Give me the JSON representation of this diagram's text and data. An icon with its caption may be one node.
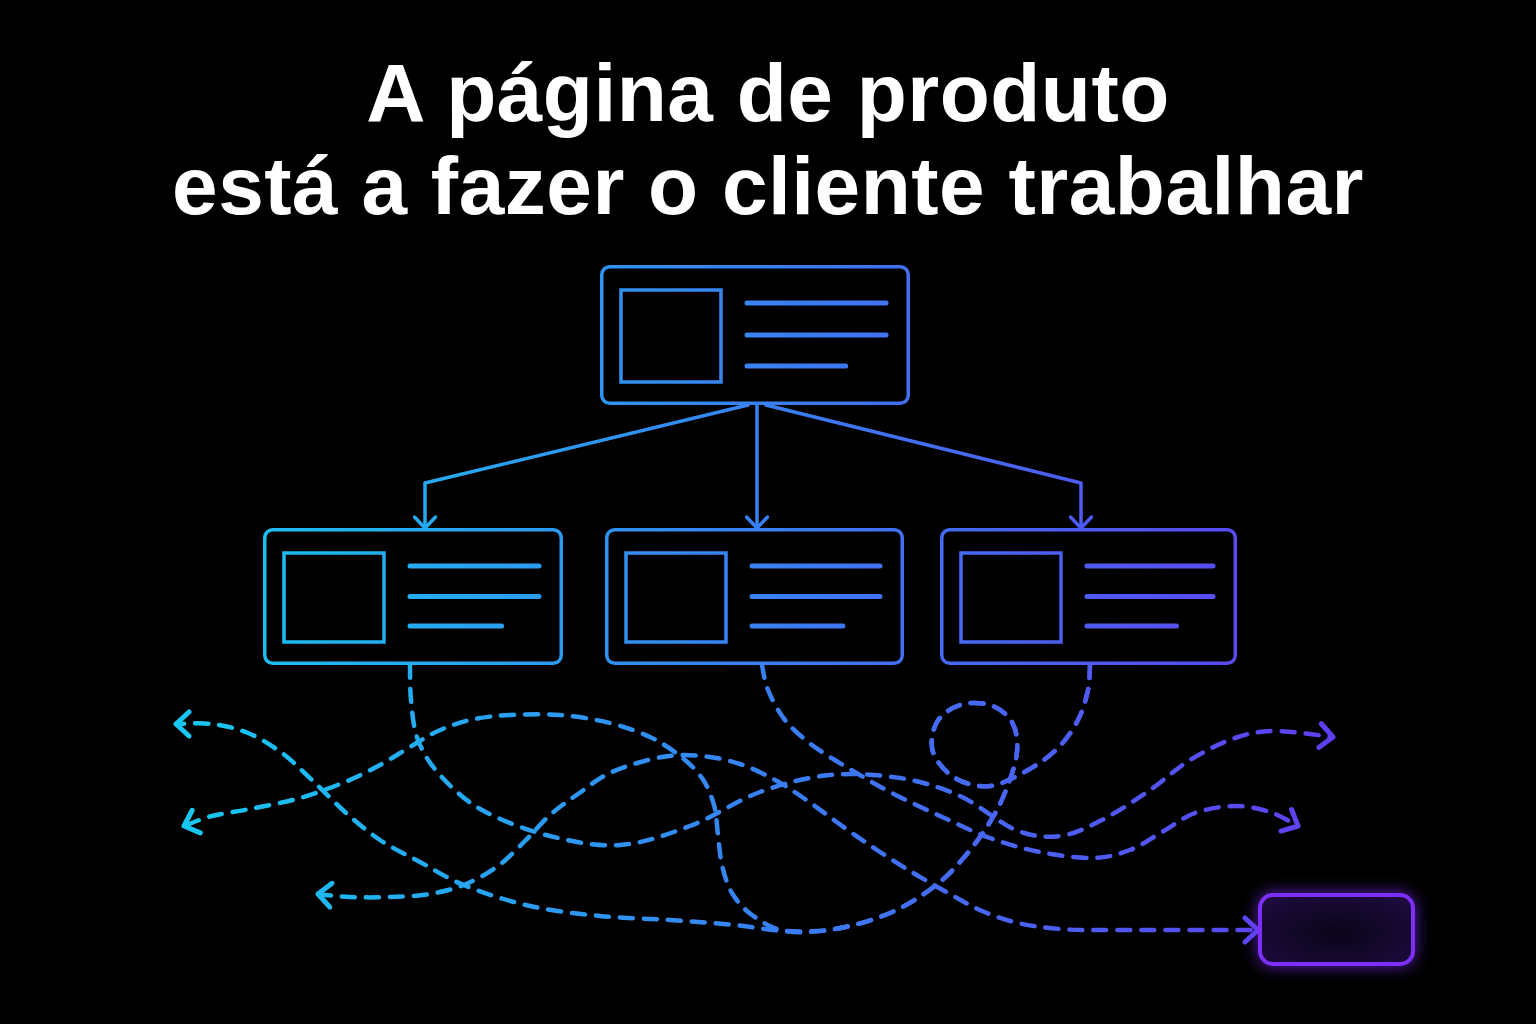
{
  "diagram": {
    "title": "A página de produto está a fazer o cliente trabalhar",
    "nodes": [
      {
        "text": [],
        "shape": "box"
      },
      {
        "text": [],
        "shape": "box"
      },
      {
        "text": [],
        "shape": "box"
      },
      {
        "text": [],
        "shape": "box"
      },
      {
        "text": [],
        "shape": "box"
      }
    ],
    "edges": [
      {
        "from": 0,
        "to": 1,
        "arrow": "to"
      },
      {
        "from": 0,
        "to": 2,
        "arrow": "to"
      },
      {
        "from": 0,
        "to": 3,
        "arrow": "to"
      },
      {
        "from": 1,
        "to": null,
        "arrow": "to",
        "style": "dashed"
      },
      {
        "from": 2,
        "to": null,
        "arrow": "to",
        "style": "dashed"
      },
      {
        "from": 3,
        "to": null,
        "arrow": "to",
        "style": "dashed"
      },
      {
        "from": 3,
        "to": null,
        "arrow": "to",
        "style": "dashed"
      },
      {
        "from": null,
        "to": 4,
        "arrow": "both",
        "style": "dashed"
      }
    ]
  }
}
